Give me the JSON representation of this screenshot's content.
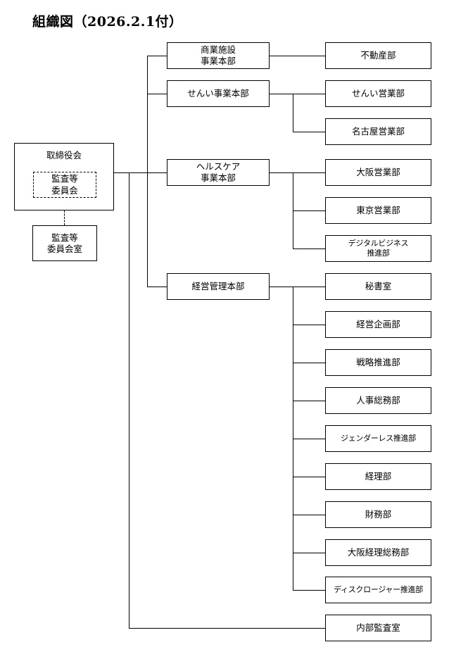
{
  "title": "組織図（2026.2.1付）",
  "root": {
    "label": "取締役会",
    "inner_committee": "監査等\n委員会",
    "office": "監査等\n委員会室"
  },
  "divisions": [
    {
      "label": "商業施設\n事業本部"
    },
    {
      "label": "せんい事業本部"
    },
    {
      "label": "ヘルスケア\n事業本部"
    },
    {
      "label": "経営管理本部"
    }
  ],
  "departments": [
    {
      "label": "不動産部"
    },
    {
      "label": "せんい営業部"
    },
    {
      "label": "名古屋営業部"
    },
    {
      "label": "大阪営業部"
    },
    {
      "label": "東京営業部"
    },
    {
      "label": "デジタルビジネス\n推進部"
    },
    {
      "label": "秘書室"
    },
    {
      "label": "経営企画部"
    },
    {
      "label": "戦略推進部"
    },
    {
      "label": "人事総務部"
    },
    {
      "label": "ジェンダーレス推進部"
    },
    {
      "label": "経理部"
    },
    {
      "label": "財務部"
    },
    {
      "label": "大阪経理総務部"
    },
    {
      "label": "ディスクロージャー推進部"
    }
  ],
  "direct_report": {
    "label": "内部監査室"
  },
  "colors": {
    "line": "#000000",
    "box_fill": "#ffffff",
    "text": "#000000"
  }
}
